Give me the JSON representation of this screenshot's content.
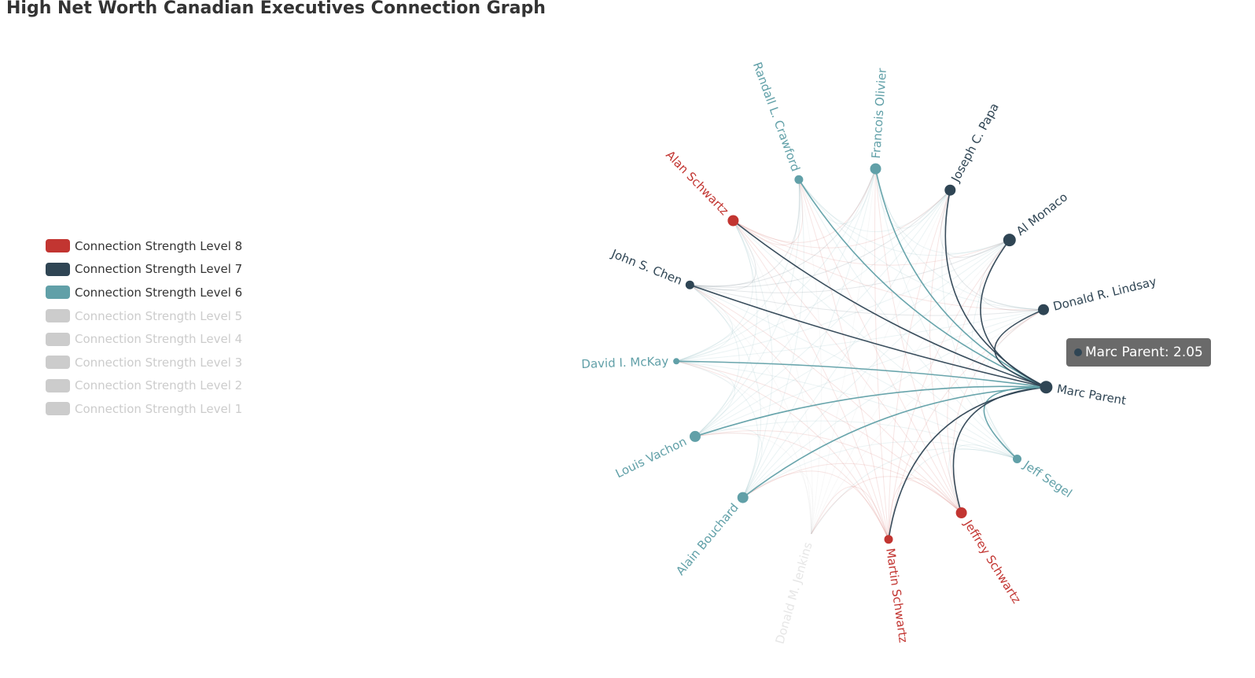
{
  "title": "High Net Worth Canadian Executives Connection Graph",
  "colors": {
    "level8": "#c23531",
    "level7": "#2f4554",
    "level6": "#61a0a8",
    "inactive": "#cccccc"
  },
  "legend": [
    {
      "label": "Connection Strength Level 8",
      "level": 8,
      "active": true
    },
    {
      "label": "Connection Strength Level 7",
      "level": 7,
      "active": true
    },
    {
      "label": "Connection Strength Level 6",
      "level": 6,
      "active": true
    },
    {
      "label": "Connection Strength Level 5",
      "level": 5,
      "active": false
    },
    {
      "label": "Connection Strength Level 4",
      "level": 4,
      "active": false
    },
    {
      "label": "Connection Strength Level 3",
      "level": 3,
      "active": false
    },
    {
      "label": "Connection Strength Level 2",
      "level": 2,
      "active": false
    },
    {
      "label": "Connection Strength Level 1",
      "level": 1,
      "active": false
    }
  ],
  "graph": {
    "layout": "circular",
    "focus": "Marc Parent",
    "nodes": [
      {
        "name": "Marc Parent",
        "level": 7,
        "size": "large",
        "visible": true
      },
      {
        "name": "Jeff Segel",
        "level": 6,
        "size": "small",
        "visible": true
      },
      {
        "name": "Jeffrey Schwartz",
        "level": 8,
        "size": "medium",
        "visible": true
      },
      {
        "name": "Martin Schwartz",
        "level": 8,
        "size": "small",
        "visible": true
      },
      {
        "name": "Donald M. Jenkins",
        "level": 5,
        "size": "small",
        "visible": false
      },
      {
        "name": "Alain Bouchard",
        "level": 6,
        "size": "medium",
        "visible": true
      },
      {
        "name": "Louis Vachon",
        "level": 6,
        "size": "medium",
        "visible": true
      },
      {
        "name": "David I. McKay",
        "level": 6,
        "size": "tiny",
        "visible": true
      },
      {
        "name": "John S. Chen",
        "level": 7,
        "size": "small",
        "visible": true
      },
      {
        "name": "Alan Schwartz",
        "level": 8,
        "size": "medium",
        "visible": true
      },
      {
        "name": "Randall L. Crawford",
        "level": 6,
        "size": "small",
        "visible": true
      },
      {
        "name": "Francois Olivier",
        "level": 6,
        "size": "medium",
        "visible": true
      },
      {
        "name": "Joseph C. Papa",
        "level": 7,
        "size": "medium",
        "visible": true
      },
      {
        "name": "Al Monaco",
        "level": 7,
        "size": "large",
        "visible": true
      },
      {
        "name": "Donald R. Lindsay",
        "level": 7,
        "size": "medium",
        "visible": true
      }
    ]
  },
  "tooltip": {
    "text": "Marc Parent: 2.05",
    "name": "Marc Parent",
    "value": 2.05
  }
}
